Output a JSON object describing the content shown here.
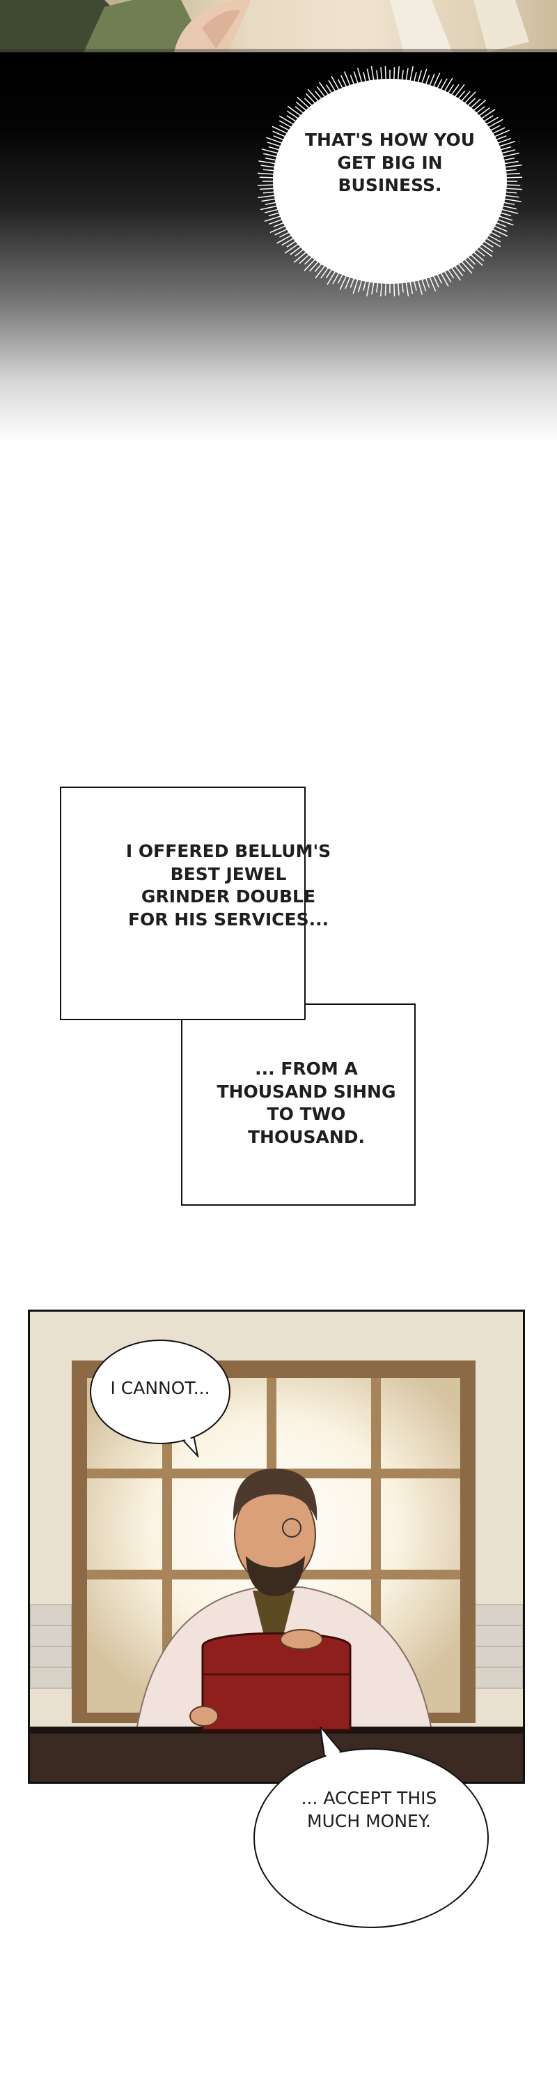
{
  "speech_top": "THAT'S HOW YOU GET BIG IN BUSINESS.",
  "narration": [
    "I OFFERED BELLUM'S BEST JEWEL GRINDER DOUBLE FOR HIS SERVICES...",
    "... FROM A THOUSAND SIHNG TO TWO THOUSAND."
  ],
  "speech_panel": [
    "I CANNOT...",
    "... ACCEPT THIS MUCH MONEY."
  ]
}
